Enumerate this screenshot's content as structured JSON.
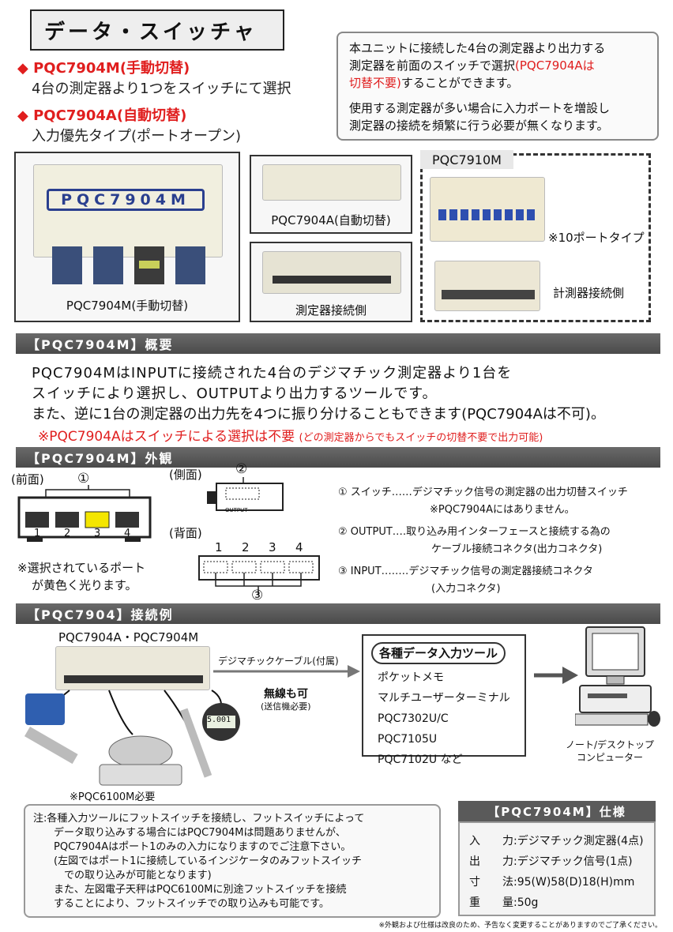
{
  "title": "データ・スイッチャ",
  "variants": [
    {
      "name": "◆ PQC7904M(手動切替)",
      "desc": "4台の測定器より1つをスイッチにて選択"
    },
    {
      "name": "◆ PQC7904A(自動切替)",
      "desc": "入力優先タイプ(ポートオープン)"
    }
  ],
  "intro": {
    "line1": "本ユニットに接続した4台の測定器より出力する",
    "line2a": "測定器を前面のスイッチで選択",
    "line2b": "(PQC7904Aは",
    "line3a": "切替不要)",
    "line3b": "することができます。",
    "line4": "使用する測定器が多い場合に入力ポートを増設し",
    "line5": "測定器の接続を頻繁に行う必要が無くなります。"
  },
  "photos": {
    "main_label": "PQC7904M",
    "main_caption": "PQC7904M(手動切替)",
    "auto_caption": "PQC7904A(自動切替)",
    "back_caption": "測定器接続側",
    "ten_port_title": "PQC7910M",
    "ten_port_note": "※10ポートタイプ",
    "ten_port_back": "計測器接続側"
  },
  "overview": {
    "heading": "【PQC7904M】概要",
    "line1": "PQC7904MはINPUTに接続された4台のデジマチック測定器より1台を",
    "line2": "スイッチにより選択し、OUTPUTより出力するツールです。",
    "line3": "また、逆に1台の測定器の出力先を4つに振り分けることもできます(PQC7904Aは不可)。",
    "note_main": "※PQC7904Aはスイッチによる選択は不要",
    "note_sub": "(どの測定器からでもスイッチの切替不要で出力可能)"
  },
  "appearance": {
    "heading": "【PQC7904M】外観",
    "front_label": "(前面)",
    "side_label": "(側面)",
    "back_label": "(背面)",
    "circle1": "①",
    "circle2": "②",
    "circle3": "③",
    "port_numbers": [
      "1",
      "2",
      "3",
      "4"
    ],
    "output_text": "OUTPUT",
    "selected_note1": "※選択されているポート",
    "selected_note2": "が黄色く光ります。",
    "desc1a": "① スイッチ‥‥‥デジマチック信号の測定器の出力切替スイッチ",
    "desc1b": "※PQC7904Aにはありません。",
    "desc2a": "② OUTPUT‥‥取り込み用インターフェースと接続する為の",
    "desc2b": "ケーブル接続コネクタ(出力コネクタ)",
    "desc3a": "③ INPUT‥‥‥‥デジマチック信号の測定器接続コネクタ",
    "desc3b": "(入力コネクタ)"
  },
  "connection": {
    "heading": "【PQC7904】接続例",
    "device_label": "PQC7904A・PQC7904M",
    "cable_label": "デジマチックケーブル(付属)",
    "wireless1": "無線も可",
    "wireless2": "(送信機必要)",
    "indicator_value": "5.001",
    "scale_note": "※PQC6100M必要",
    "tools_title": "各種データ入力ツール",
    "tools": [
      "ポケットメモ",
      "マルチユーザーターミナル",
      "PQC7302U/C",
      "PQC7105U",
      "PQC7102U など"
    ],
    "pc_label1": "ノート/デスクトップ",
    "pc_label2": "コンピューター"
  },
  "note": {
    "lines": [
      "注:各種入力ツールにフットスイッチを接続し、フットスイッチによって",
      "　　データ取り込みする場合にはPQC7904Mは問題ありませんが、",
      "　　PQC7904Aはポート1のみの入力になりますのでご注意下さい。",
      "　　(左図ではポート1に接続しているインジケータのみフットスイッチ",
      "　　　での取り込みが可能となります)",
      "　　また、左図電子天秤はPQC6100Mに別途フットスイッチを接続",
      "　　することにより、フットスイッチでの取り込みも可能です。"
    ]
  },
  "spec": {
    "heading": "【PQC7904M】仕様",
    "rows": [
      "入　　力:デジマチック測定器(4点)",
      "出　　力:デジマチック信号(1点)",
      "寸　　法:95(W)58(D)18(H)mm",
      "重　　量:50g"
    ]
  },
  "footer": "※外観および仕様は改良のため、予告なく変更することがありますのでご了承ください。",
  "colors": {
    "accent_red": "#e01e1e",
    "section_bar": "#555555",
    "port_yellow": "#f4e600"
  }
}
